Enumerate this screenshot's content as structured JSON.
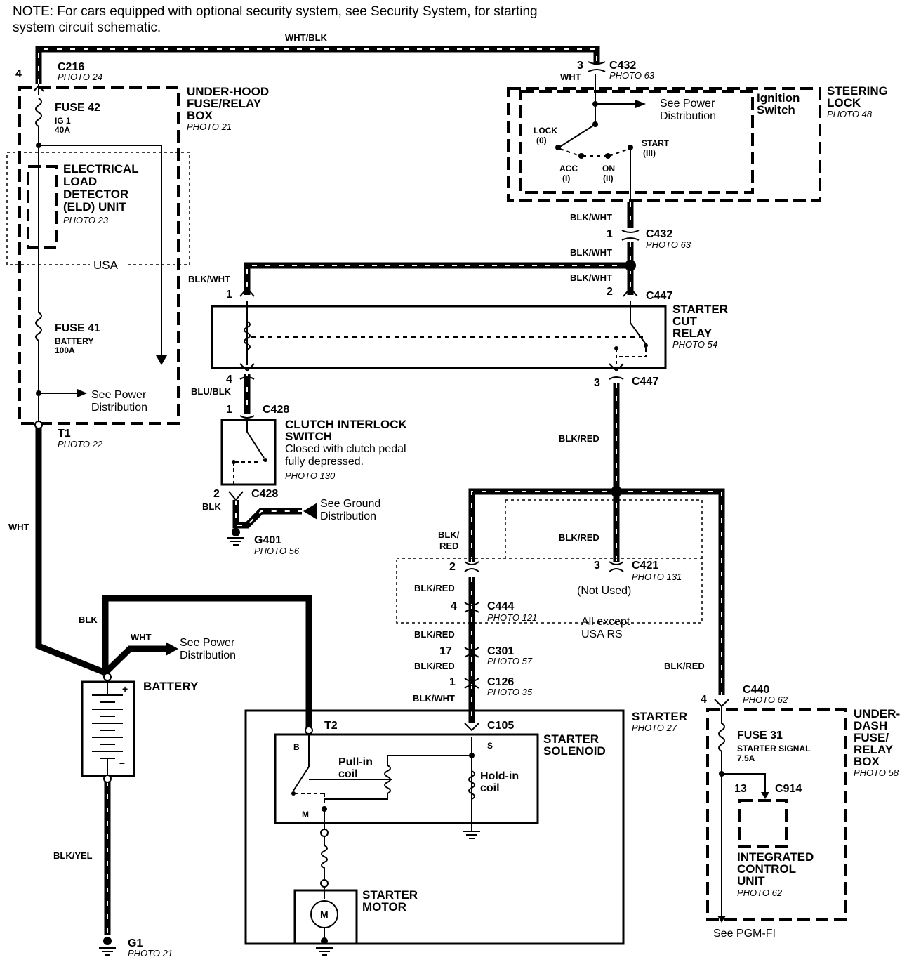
{
  "note": {
    "line1": "NOTE: For cars equipped with optional security system, see Security System, for starting",
    "line2": "system circuit schematic."
  },
  "wires": {
    "top": "WHT/BLK",
    "c432_in": "WHT",
    "blkwht_a": "BLK/WHT",
    "blkwht_b": "BLK/WHT",
    "blkwht_c": "BLK/WHT",
    "blkwht_left": "BLK/WHT",
    "blublk": "BLU/BLK",
    "blkred_main": "BLK/RED",
    "blk_g401": "BLK",
    "wht_left": "WHT",
    "blkred_branch1": "BLK/",
    "blkred_branch2": "RED",
    "blkred_c421": "BLK/RED",
    "blkred_c444": "BLK/RED",
    "blkred_c301a": "BLK/RED",
    "blkred_c301b": "BLK/RED",
    "blkwht_c126": "BLK/WHT",
    "blkred_right": "BLK/RED",
    "blk_batt": "BLK",
    "wht_batt": "WHT",
    "blkyel": "BLK/YEL"
  },
  "connectors": {
    "c216": {
      "name": "C216",
      "pin": "4",
      "photo": "PHOTO 24"
    },
    "c432_top": {
      "name": "C432",
      "pin": "3",
      "photo": "PHOTO 63"
    },
    "c432_bot": {
      "name": "C432",
      "pin": "1",
      "photo": "PHOTO 63"
    },
    "c447_top": {
      "name": "C447",
      "pin_left": "1",
      "pin_right": "2"
    },
    "c447_bot": {
      "name": "C447",
      "pin_left": "4",
      "pin_right": "3"
    },
    "c428_top": {
      "name": "C428",
      "pin": "1"
    },
    "c428_bot": {
      "name": "C428",
      "pin": "2"
    },
    "g401": {
      "name": "G401",
      "photo": "PHOTO 56"
    },
    "c421": {
      "name": "C421",
      "pin_left": "2",
      "pin_right": "3",
      "photo": "PHOTO 131"
    },
    "c444": {
      "name": "C444",
      "pin": "4",
      "photo": "PHOTO 121"
    },
    "c301": {
      "name": "C301",
      "pin": "17",
      "photo": "PHOTO 57"
    },
    "c126": {
      "name": "C126",
      "pin": "1",
      "photo": "PHOTO 35"
    },
    "c105": {
      "name": "C105"
    },
    "c440": {
      "name": "C440",
      "pin": "4",
      "photo": "PHOTO 62"
    },
    "c914": {
      "name": "C914",
      "pin": "13"
    },
    "t1": {
      "name": "T1",
      "photo": "PHOTO 22"
    },
    "t2": {
      "name": "T2"
    },
    "g1": {
      "name": "G1",
      "photo": "PHOTO 21"
    }
  },
  "components": {
    "underhood": {
      "l1": "UNDER-HOOD",
      "l2": "FUSE/RELAY",
      "l3": "BOX",
      "photo": "PHOTO 21"
    },
    "fuse42": {
      "name": "FUSE 42",
      "l1": "IG 1",
      "l2": "40A"
    },
    "eld": {
      "l1": "ELECTRICAL",
      "l2": "LOAD",
      "l3": "DETECTOR",
      "l4": "(ELD) UNIT",
      "photo": "PHOTO 23"
    },
    "usa": "USA",
    "fuse41": {
      "name": "FUSE 41",
      "l1": "BATTERY",
      "l2": "100A"
    },
    "see_power_1": {
      "l1": "See Power",
      "l2": "Distribution"
    },
    "steering": {
      "l1": "STEERING",
      "l2": "LOCK",
      "photo": "PHOTO 48"
    },
    "ignition": {
      "l1": "Ignition",
      "l2": "Switch"
    },
    "see_power_2": {
      "l1": "See Power",
      "l2": "Distribution"
    },
    "lock": {
      "l1": "LOCK",
      "l2": "(0)"
    },
    "acc": {
      "l1": "ACC",
      "l2": "(I)"
    },
    "on": {
      "l1": "ON",
      "l2": "(II)"
    },
    "start": {
      "l1": "START",
      "l2": "(III)"
    },
    "starter_cut": {
      "l1": "STARTER",
      "l2": "CUT",
      "l3": "RELAY",
      "photo": "PHOTO 54"
    },
    "clutch": {
      "l1": "CLUTCH INTERLOCK",
      "l2": "SWITCH",
      "l3": "Closed with clutch pedal",
      "l4": "fully depressed.",
      "photo": "PHOTO 130"
    },
    "see_ground": {
      "l1": "See Ground",
      "l2": "Distribution"
    },
    "not_used": "(Not Used)",
    "all_except": {
      "l1": "All except",
      "l2": "USA RS"
    },
    "see_power_3": {
      "l1": "See Power",
      "l2": "Distribution"
    },
    "battery": "BATTERY",
    "plus": "+",
    "minus": "–",
    "starter": {
      "name": "STARTER",
      "photo": "PHOTO 27"
    },
    "solenoid": {
      "l1": "STARTER",
      "l2": "SOLENOID"
    },
    "b": "B",
    "s": "S",
    "m": "M",
    "pullin": {
      "l1": "Pull-in",
      "l2": "coil"
    },
    "holdin": {
      "l1": "Hold-in",
      "l2": "coil"
    },
    "motor": {
      "l1": "STARTER",
      "l2": "MOTOR",
      "symbol": "M"
    },
    "underdash": {
      "l1": "UNDER-",
      "l2": "DASH",
      "l3": "FUSE/",
      "l4": "RELAY",
      "l5": "BOX",
      "photo": "PHOTO 58"
    },
    "fuse31": {
      "name": "FUSE 31",
      "l1": "STARTER SIGNAL",
      "l2": "7.5A"
    },
    "icu": {
      "l1": "INTEGRATED",
      "l2": "CONTROL",
      "l3": "UNIT",
      "photo": "PHOTO 62"
    },
    "see_pgmfi": "See PGM-FI"
  }
}
